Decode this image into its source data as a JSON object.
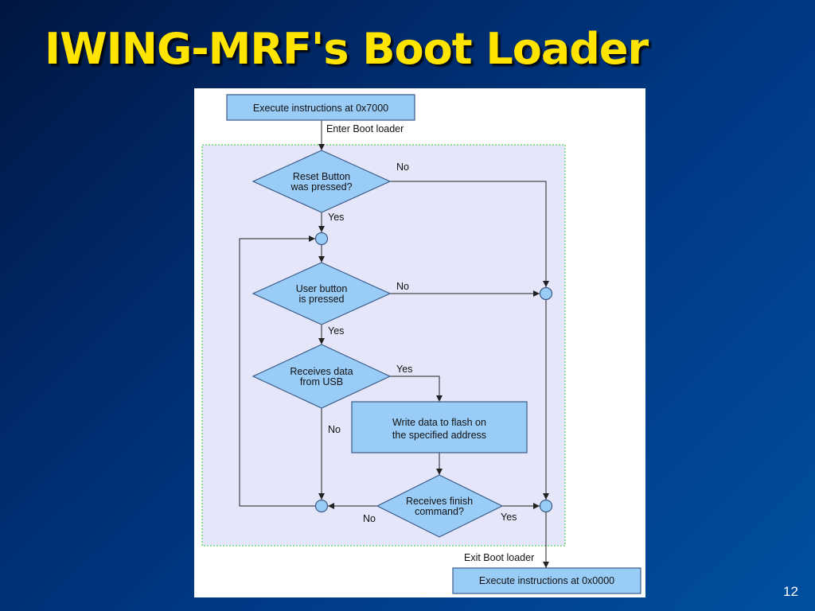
{
  "slide": {
    "title": "IWING-MRF's Boot Loader",
    "number": "12"
  },
  "diagram": {
    "start_box": "Execute instructions at 0x7000",
    "enter_label": "Enter Boot loader",
    "reset_decision": [
      "Reset Button",
      "was pressed?"
    ],
    "user_decision": [
      "User button",
      "is pressed"
    ],
    "usb_decision": [
      "Receives data",
      "from USB"
    ],
    "write_box": [
      "Write data to flash on",
      "the specified address"
    ],
    "finish_decision": [
      "Receives finish",
      "command?"
    ],
    "exit_label": "Exit Boot loader",
    "end_box": "Execute instructions at 0x0000",
    "yes": "Yes",
    "no": "No"
  },
  "colors": {
    "title": "#ffe400",
    "node_fill": "#99ccf7",
    "region_fill": "#e6e6fa",
    "region_border": "#33cc33"
  }
}
